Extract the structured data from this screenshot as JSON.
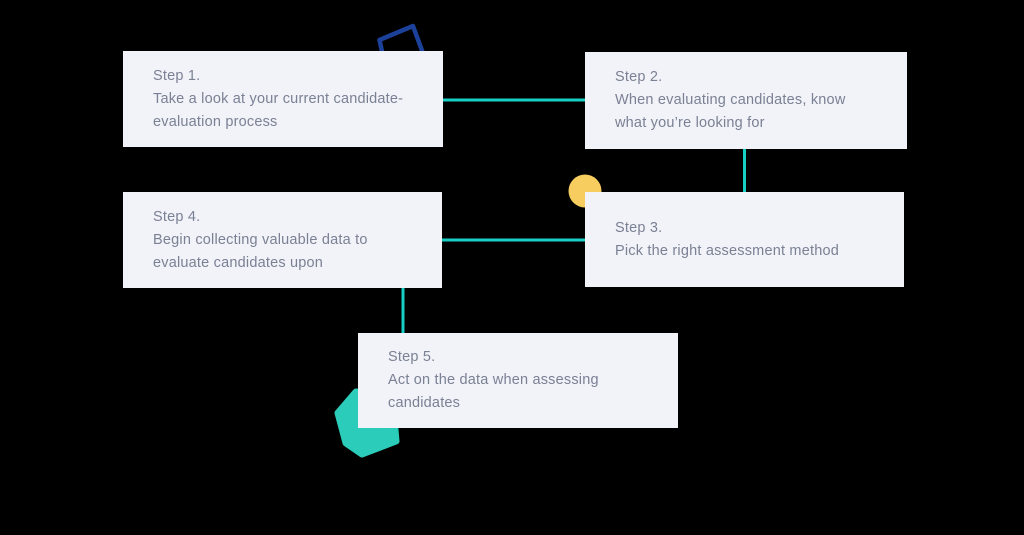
{
  "title": "Candidate evaluation process steps diagram",
  "colors": {
    "background": "#000000",
    "card_bg": "#f1f3f8",
    "text": "#7b8194",
    "teal_line": "#17cfc4",
    "teal_shape": "#2bccb9",
    "yellow": "#f6cd5e",
    "navy": "#1c419a"
  },
  "steps": [
    {
      "label": "Step 1.",
      "body": "Take a look at your current candidate-\nevaluation process"
    },
    {
      "label": "Step 2.",
      "body": "When evaluating candidates, know\nwhat you’re looking for"
    },
    {
      "label": "Step 3.",
      "body": "Pick the right assessment method"
    },
    {
      "label": "Step 4.",
      "body": "Begin collecting valuable data to\nevaluate candidates upon"
    },
    {
      "label": "Step 5.",
      "body": "Act on the data when assessing\ncandidates"
    }
  ],
  "decorations": {
    "navy_frame": "tilted-open-rectangle-outline",
    "yellow_dot": "circle-behind-step3",
    "teal_blob": "rounded-pentagon-behind-step5"
  }
}
